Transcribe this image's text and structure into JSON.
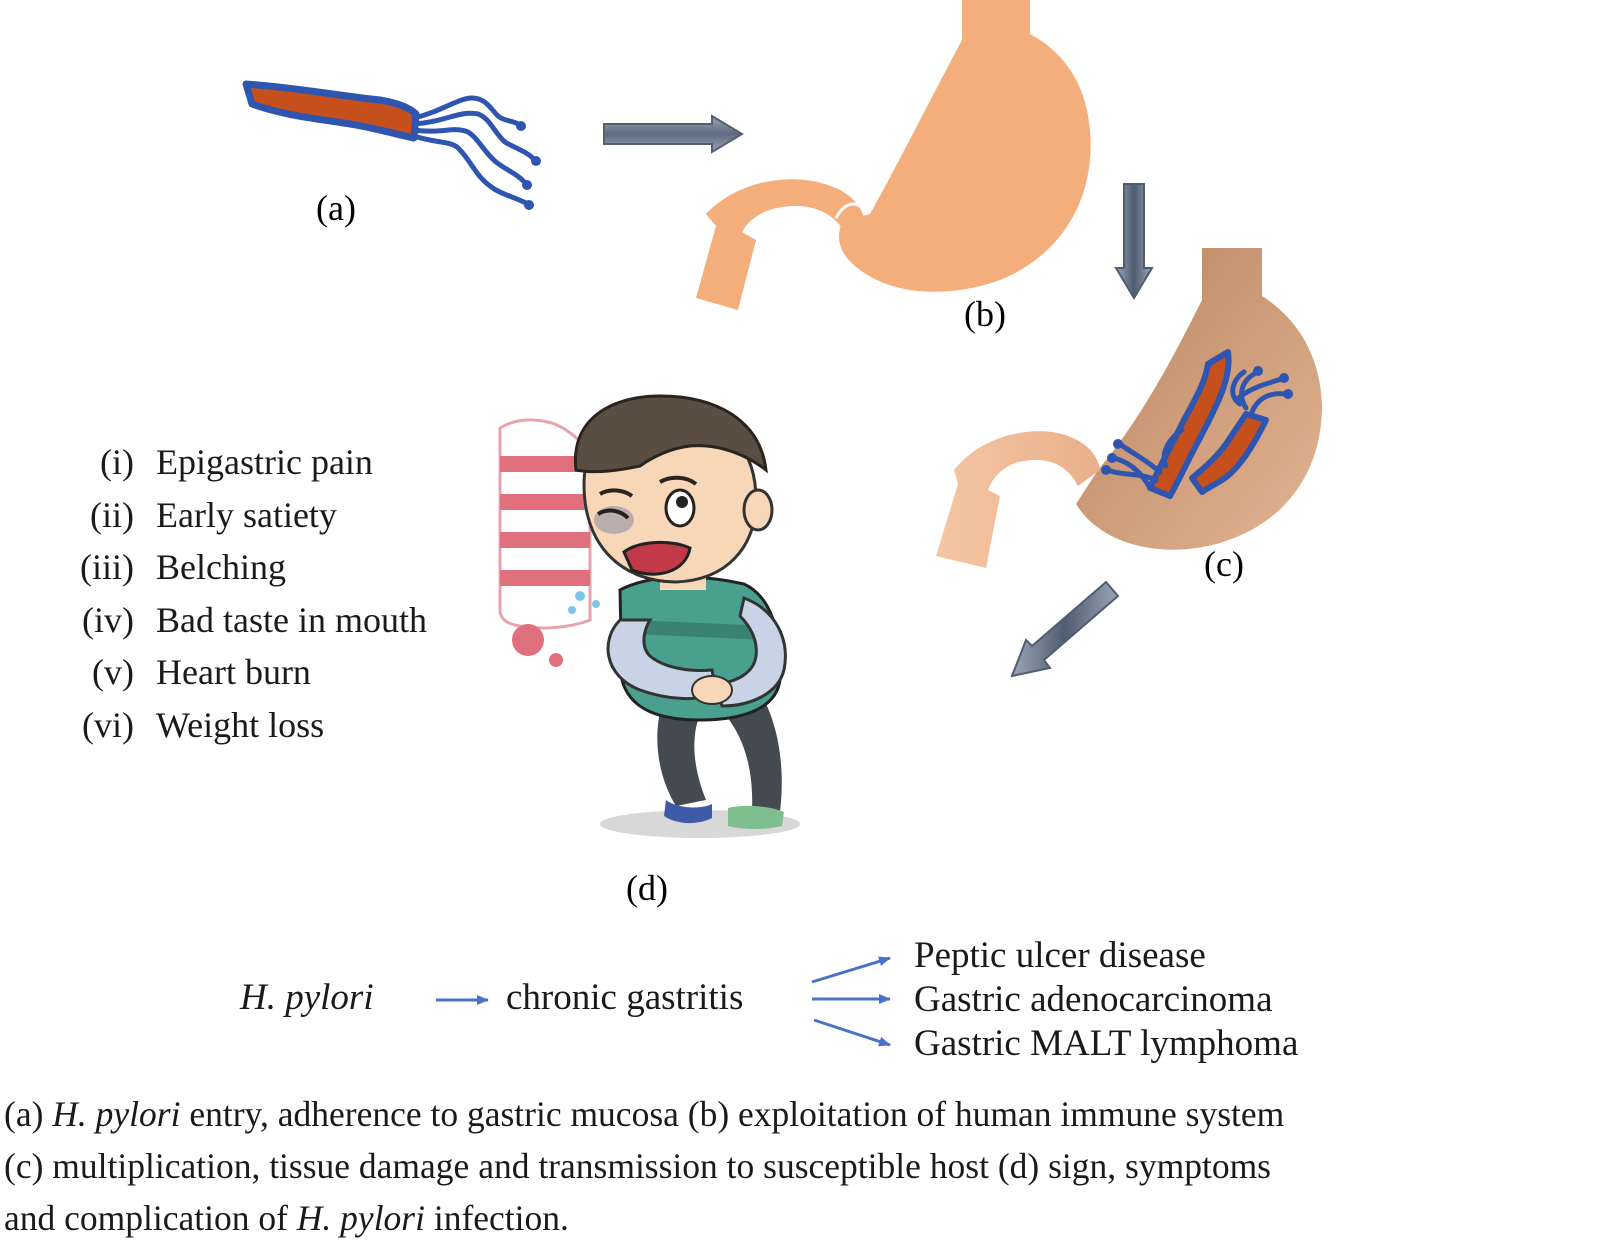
{
  "labels": {
    "a": "(a)",
    "b": "(b)",
    "c": "(c)",
    "d": "(d)"
  },
  "symptoms": [
    {
      "num": "(i)",
      "text": "Epigastric pain"
    },
    {
      "num": "(ii)",
      "text": "Early satiety"
    },
    {
      "num": "(iii)",
      "text": "Belching"
    },
    {
      "num": "(iv)",
      "text": "Bad taste in mouth"
    },
    {
      "num": "(v)",
      "text": "Heart burn"
    },
    {
      "num": "(vi)",
      "text": "Weight loss"
    }
  ],
  "flow": {
    "source": "H. pylori",
    "middle": "chronic gastritis",
    "outcomes": [
      "Peptic ulcer disease",
      "Gastric adenocarcinoma",
      "Gastric MALT lymphoma"
    ]
  },
  "caption": {
    "l1_a": "(a) ",
    "l1_it": "H. pylori",
    "l1_b": " entry, adherence to gastric mucosa (b) exploitation of human immune system",
    "l2": "(c) multiplication, tissue damage and transmission to susceptible host (d) sign, symptoms",
    "l3_a": "and complication of ",
    "l3_it": "H. pylori",
    "l3_b": " infection."
  },
  "colors": {
    "bacterium_body": "#c5501c",
    "bacterium_outline": "#2e55b0",
    "stomach_b": "#f4ae7c",
    "stomach_c": "#cf9a78",
    "arrow_gray": "#6c7a8c",
    "flow_arrow": "#4a72c8"
  }
}
